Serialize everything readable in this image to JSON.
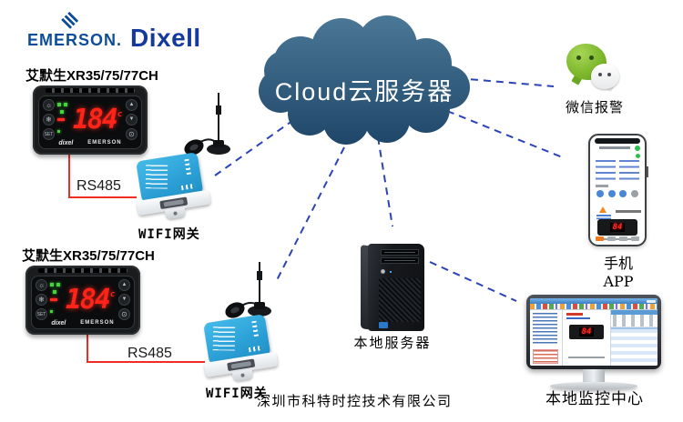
{
  "diagram": {
    "title_cloud": "Cloud云服务器",
    "company": "深圳市科特时控技术有限公司"
  },
  "logos": {
    "emerson": "EMERSON.",
    "dixell": "Dixell"
  },
  "controllers": [
    {
      "label": "艾默生XR35/75/77CH",
      "display": "184",
      "unit": "c",
      "buttons_left": [
        "☼",
        "❄",
        "SET"
      ],
      "buttons_right": [
        "▲",
        "▼",
        "⊙"
      ],
      "brand_left": "dixel",
      "brand_right": "EMERSON",
      "bus": "RS485"
    },
    {
      "label": "艾默生XR35/75/77CH",
      "display": "184",
      "unit": "c",
      "buttons_left": [
        "☼",
        "❄",
        "SET"
      ],
      "buttons_right": [
        "▲",
        "▼",
        "⊙"
      ],
      "brand_left": "dixel",
      "brand_right": "EMERSON",
      "bus": "RS485"
    }
  ],
  "gateways": [
    {
      "label": "WIFI网关"
    },
    {
      "label": "WIFI网关"
    }
  ],
  "endpoints": {
    "wechat": {
      "label": "微信报警"
    },
    "phone": {
      "label": "手机APP",
      "mini_display": "84"
    },
    "local_server": {
      "label": "本地服务器"
    },
    "monitor": {
      "label": "本地监控中心",
      "mini_display": "84"
    }
  },
  "colors": {
    "dashed_line": "#2b43b5",
    "rs485_line": "#ee2d23",
    "cloud_top": "#4a7795",
    "cloud_bottom": "#1e4568",
    "wechat_green": "#7db82c",
    "gateway_blue": "#2da2d8",
    "emerson_blue": "#0e4d9b",
    "dixell_blue": "#16399c",
    "led_red": "#ff2318"
  }
}
